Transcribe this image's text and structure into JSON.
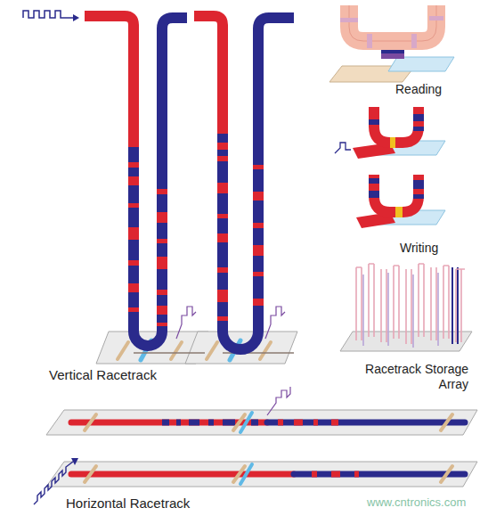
{
  "diagram": {
    "labels": [
      "Reading",
      "Writing",
      "Racetrack Storage Array",
      "Vertical Racetrack",
      "Horizontal Racetrack",
      "www.cntronics.com"
    ]
  }
}
